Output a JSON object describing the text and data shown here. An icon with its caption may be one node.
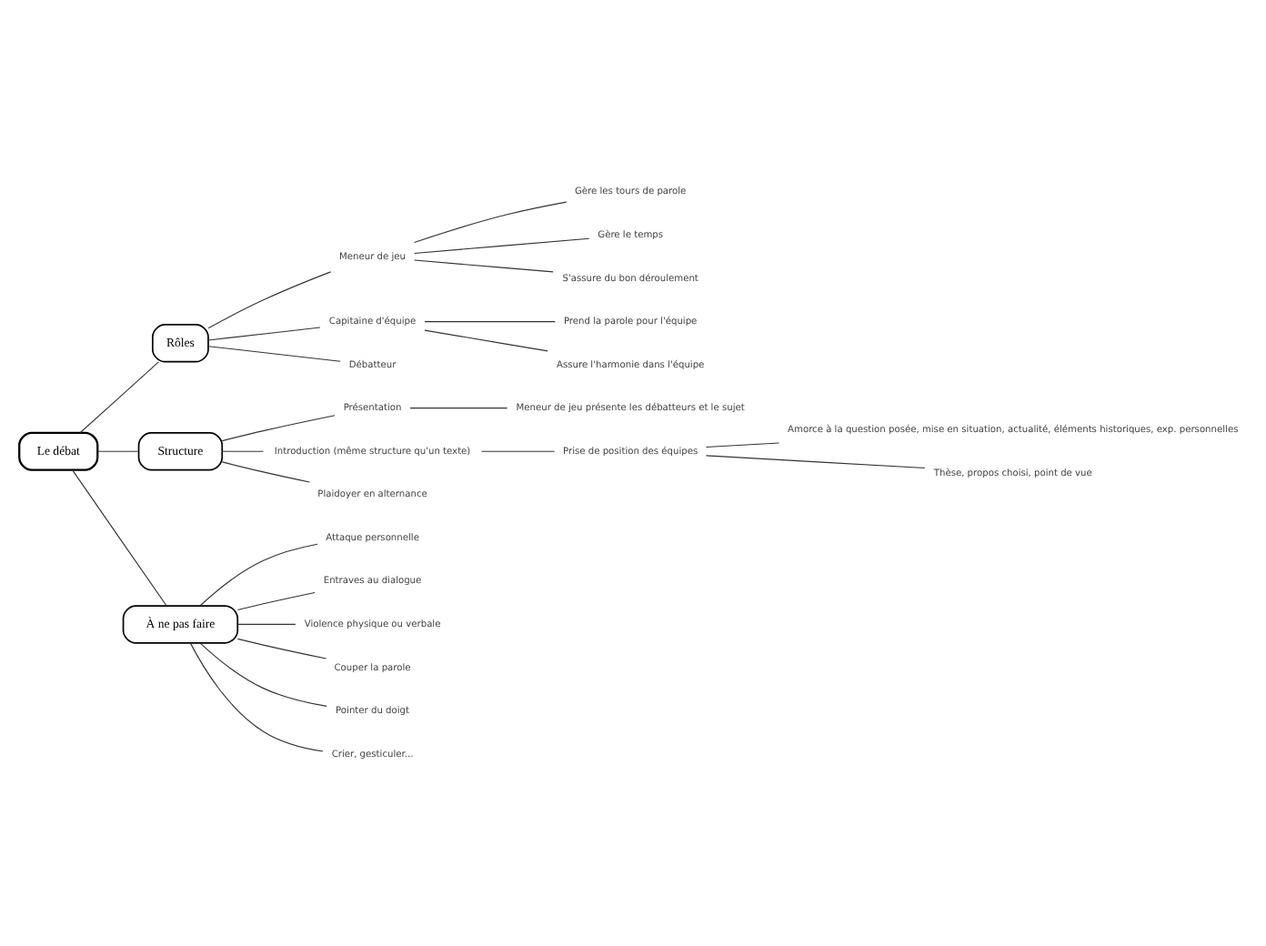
{
  "diagram": {
    "nodes": [
      {
        "text": [
          "Le débat"
        ]
      },
      {
        "text": [
          "Rôles"
        ]
      },
      {
        "text": [
          "Structure"
        ]
      },
      {
        "text": [
          "À ne pas faire"
        ]
      },
      {
        "text": [
          "Meneur de jeu"
        ]
      },
      {
        "text": [
          "Gère les tours de parole"
        ]
      },
      {
        "text": [
          "Gère le temps"
        ]
      },
      {
        "text": [
          "S'assure du bon déroulement"
        ]
      },
      {
        "text": [
          "Capitaine d'équipe"
        ]
      },
      {
        "text": [
          "Prend la parole pour l'équipe"
        ]
      },
      {
        "text": [
          "Assure l'harmonie dans l'équipe"
        ]
      },
      {
        "text": [
          "Débatteur"
        ]
      },
      {
        "text": [
          "Présentation"
        ]
      },
      {
        "text": [
          "Meneur de jeu présente les débatteurs et le sujet"
        ]
      },
      {
        "text": [
          "Introduction (même structure qu'un texte)"
        ]
      },
      {
        "text": [
          "Prise de position des équipes"
        ]
      },
      {
        "text": [
          "Amorce à la question posée, mise en situation, actualité, éléments historiques, exp. personnelles"
        ]
      },
      {
        "text": [
          "Thèse, propos choisi, point de vue"
        ]
      },
      {
        "text": [
          "Plaidoyer en alternance"
        ]
      },
      {
        "text": [
          "Attaque personnelle"
        ]
      },
      {
        "text": [
          "Entraves au dialogue"
        ]
      },
      {
        "text": [
          "Violence physique ou verbale"
        ]
      },
      {
        "text": [
          "Couper la parole"
        ]
      },
      {
        "text": [
          "Pointer du doigt"
        ]
      },
      {
        "text": [
          "Crier, gesticuler..."
        ]
      }
    ],
    "edges": [
      {
        "from": 0,
        "to": 1,
        "arrow": "none"
      },
      {
        "from": 0,
        "to": 2,
        "arrow": "none"
      },
      {
        "from": 0,
        "to": 3,
        "arrow": "none"
      },
      {
        "from": 1,
        "to": 4,
        "arrow": "none"
      },
      {
        "from": 4,
        "to": 5,
        "arrow": "none"
      },
      {
        "from": 4,
        "to": 6,
        "arrow": "none"
      },
      {
        "from": 4,
        "to": 7,
        "arrow": "none"
      },
      {
        "from": 1,
        "to": 8,
        "arrow": "none"
      },
      {
        "from": 8,
        "to": 9,
        "arrow": "none"
      },
      {
        "from": 8,
        "to": 10,
        "arrow": "none"
      },
      {
        "from": 1,
        "to": 11,
        "arrow": "none"
      },
      {
        "from": 2,
        "to": 12,
        "arrow": "none"
      },
      {
        "from": 12,
        "to": 13,
        "arrow": "none"
      },
      {
        "from": 2,
        "to": 14,
        "arrow": "none"
      },
      {
        "from": 14,
        "to": 15,
        "arrow": "none"
      },
      {
        "from": 15,
        "to": 16,
        "arrow": "none"
      },
      {
        "from": 15,
        "to": 17,
        "arrow": "none"
      },
      {
        "from": 2,
        "to": 18,
        "arrow": "none"
      },
      {
        "from": 3,
        "to": 19,
        "arrow": "none"
      },
      {
        "from": 3,
        "to": 20,
        "arrow": "none"
      },
      {
        "from": 3,
        "to": 21,
        "arrow": "none"
      },
      {
        "from": 3,
        "to": 22,
        "arrow": "none"
      },
      {
        "from": 3,
        "to": 23,
        "arrow": "none"
      },
      {
        "from": 3,
        "to": 24,
        "arrow": "none"
      }
    ]
  }
}
